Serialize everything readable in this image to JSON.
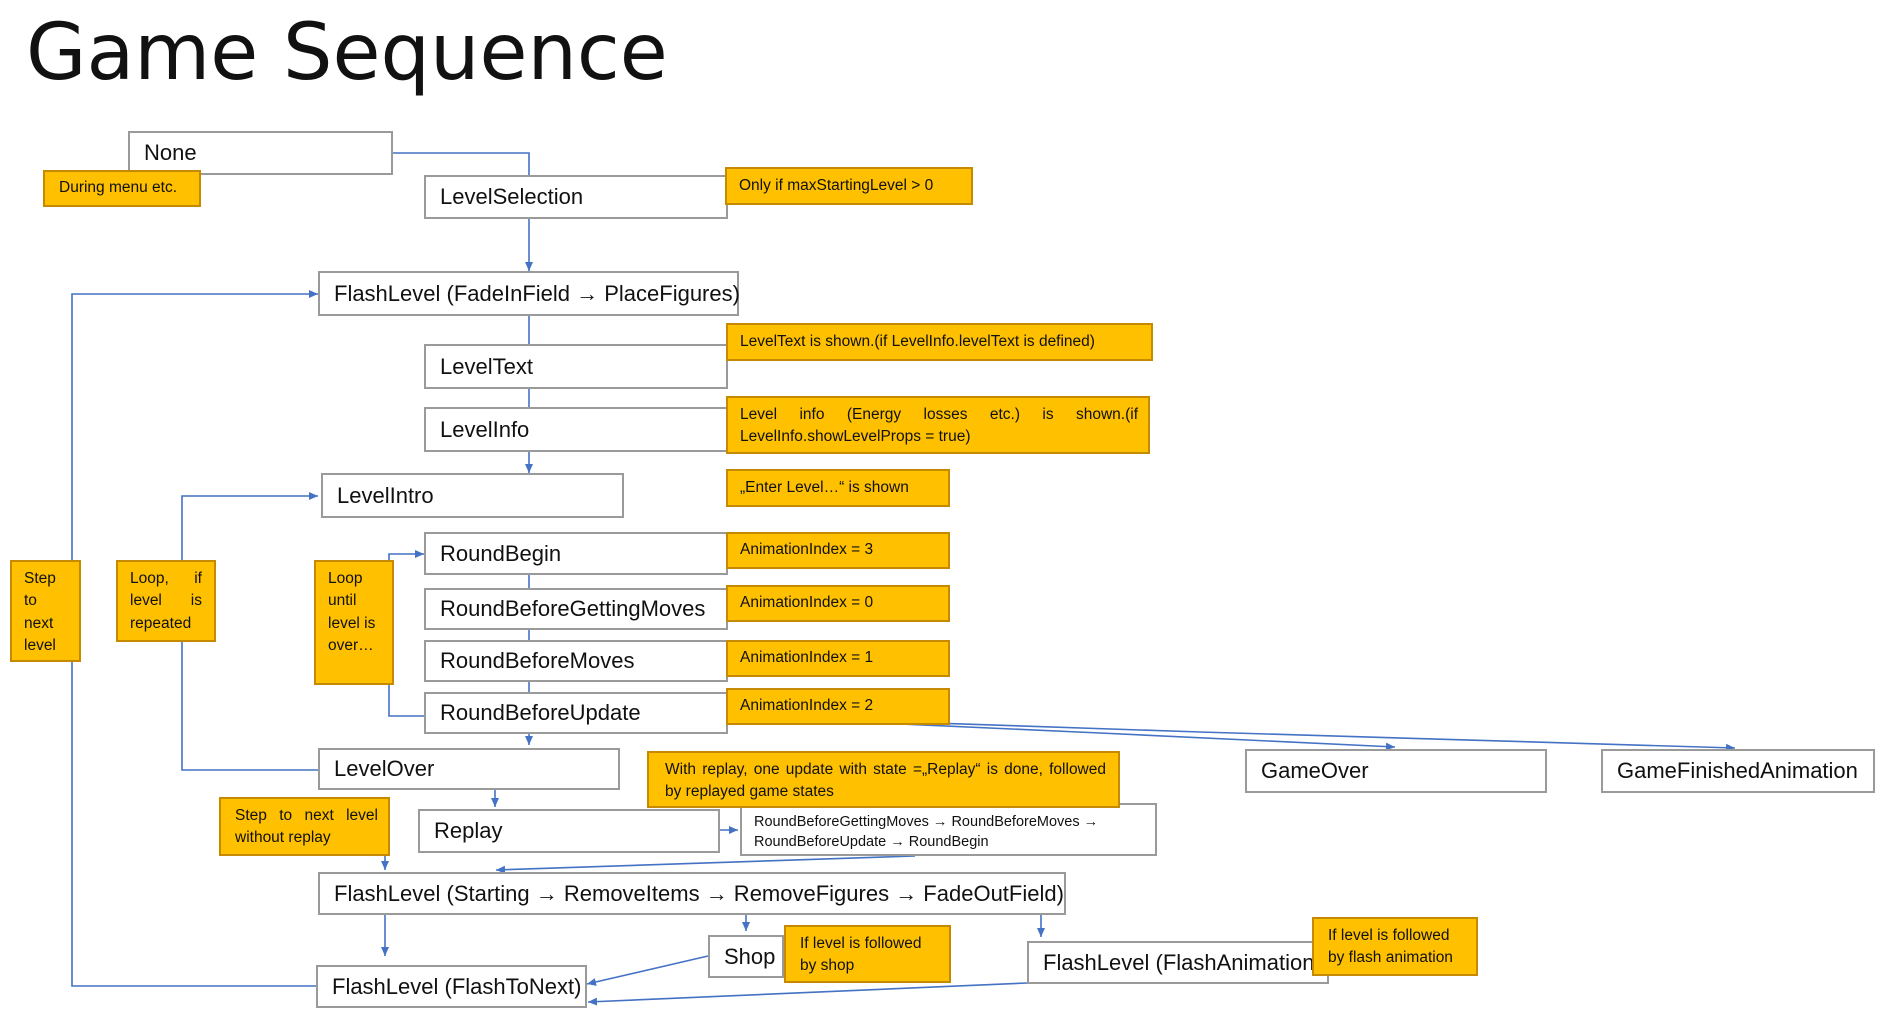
{
  "title": "Game Sequence",
  "colors": {
    "arrow": "#4472c4",
    "note_fill": "#ffc000",
    "box_border": "#9a9a9a"
  },
  "states": {
    "none": "None",
    "level_selection": "LevelSelection",
    "flash_level_fade_in": "FlashLevel (FadeInField → PlaceFigures)",
    "level_text": "LevelText",
    "level_info": "LevelInfo",
    "level_intro": "LevelIntro",
    "round_begin": "RoundBegin",
    "round_before_getting_moves": "RoundBeforeGettingMoves",
    "round_before_moves": "RoundBeforeMoves",
    "round_before_update": "RoundBeforeUpdate",
    "level_over": "LevelOver",
    "game_over": "GameOver",
    "game_finished_animation": "GameFinishedAnimation",
    "replay": "Replay",
    "flash_level_starting": "FlashLevel (Starting → RemoveItems → RemoveFigures → FadeOutField)",
    "shop": "Shop",
    "flash_level_flash_to_next": "FlashLevel (FlashToNext)",
    "flash_level_flash_animation": "FlashLevel (FlashAnimation)"
  },
  "notes": {
    "during_menu": "During menu etc.",
    "only_if_max_starting_level": "Only if maxStartingLevel > 0",
    "level_text_shown": "LevelText  is shown.(if LevelInfo.levelText is defined)",
    "level_info_shown": "Level info (Energy losses etc.) is shown.(if LevelInfo.showLevelProps = true)",
    "enter_level_shown": "„Enter Level…“ is shown",
    "animation_index_3": "AnimationIndex = 3",
    "animation_index_0": "AnimationIndex = 0",
    "animation_index_1": "AnimationIndex = 1",
    "animation_index_2": "AnimationIndex = 2",
    "step_to_next_level": "Step to next level",
    "loop_if_level_repeated": "Loop, if level is repeated",
    "loop_until_level_over": "Loop until level is over…",
    "with_replay": "With replay, one update with state =„Replay“ is done, followed by replayed game states",
    "replay_sequence": "RoundBeforeGettingMoves → RoundBeforeMoves → RoundBeforeUpdate → RoundBegin",
    "step_to_next_level_without_replay": "Step to next level without replay",
    "if_followed_by_shop": "If level is followed by shop",
    "if_followed_by_flash_animation": "If level is followed by flash animation"
  }
}
